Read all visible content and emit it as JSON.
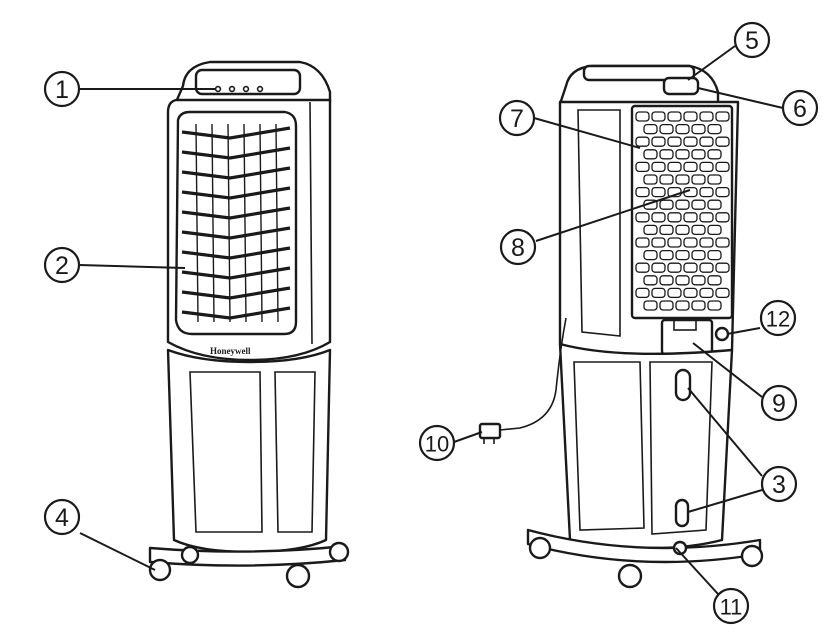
{
  "figure": {
    "brand_label": "Honeywell",
    "callouts": [
      "1",
      "2",
      "3",
      "4",
      "5",
      "6",
      "7",
      "8",
      "9",
      "10",
      "11",
      "12"
    ]
  }
}
